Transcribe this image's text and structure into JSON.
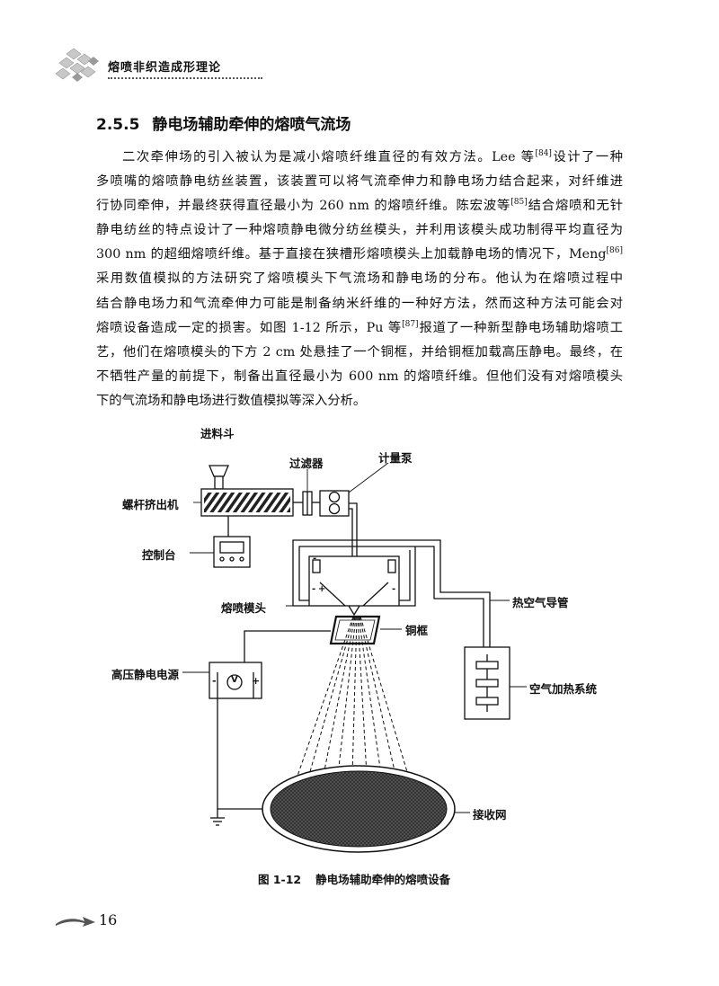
{
  "header": {
    "running_title": "熔喷非织造成形理论"
  },
  "section": {
    "number": "2.5.5",
    "title": "静电场辅助牵伸的熔喷气流场"
  },
  "paragraph": [
    {
      "parts": [
        "二次牵伸场的引入被认为是减小熔喷纤维直径的有效方法。Lee 等",
        "[84]",
        "设计了一种"
      ]
    },
    {
      "parts": [
        "多喷嘴的熔喷静电纺丝装置，该装置可以将气流牵伸力和静电场力结合起来，对纤维进"
      ]
    },
    {
      "parts": [
        "行协同牵伸，并最终获得直径最小为 260 nm 的熔喷纤维。陈宏波等",
        "[85]",
        "结合熔喷和无针"
      ]
    },
    {
      "parts": [
        "静电纺丝的特点设计了一种熔喷静电微分纺丝模头，并利用该模头成功制得平均直径为"
      ]
    },
    {
      "parts": [
        "300 nm 的超细熔喷纤维。基于直接在狭槽形熔喷模头上加载静电场的情况下，Meng",
        "[86]",
        ""
      ]
    },
    {
      "parts": [
        "采用数值模拟的方法研究了熔喷模头下气流场和静电场的分布。他认为在熔喷过程中"
      ]
    },
    {
      "parts": [
        "结合静电场力和气流牵伸力可能是制备纳米纤维的一种好方法，然而这种方法可能会对"
      ]
    },
    {
      "parts": [
        "熔喷设备造成一定的损害。如图 1-12 所示，Pu 等",
        "[87]",
        "报道了一种新型静电场辅助熔喷工"
      ]
    },
    {
      "parts": [
        "艺，他们在熔喷模头的下方 2 cm 处悬挂了一个铜框，并给铜框加载高压静电。最终，在"
      ]
    },
    {
      "parts": [
        "不牺牲产量的前提下，制备出直径最小为 600 nm 的熔喷纤维。但他们没有对熔喷模头"
      ]
    },
    {
      "parts": [
        "下的气流场和静电场进行数值模拟等深入分析。"
      ]
    }
  ],
  "figure": {
    "labels": {
      "hopper": "进料斗",
      "filter": "过滤器",
      "metering_pump": "计量泵",
      "screw_extruder": "螺杆挤出机",
      "control_console": "控制台",
      "die": "熔喷模头",
      "hot_air_duct": "热空气导管",
      "copper_frame": "铜框",
      "hv_supply": "高压静电电源",
      "air_heating": "空气加热系统",
      "collector": "接收网",
      "minus_top": "-",
      "minus_left": "-",
      "plus_left": "+",
      "minus_right": "-",
      "voltmeter": "V",
      "hv_minus": "-",
      "hv_plus": "+"
    },
    "caption_number": "图 1-12",
    "caption_text": "静电场辅助牵伸的熔喷设备"
  },
  "footer": {
    "page_number": "16"
  }
}
